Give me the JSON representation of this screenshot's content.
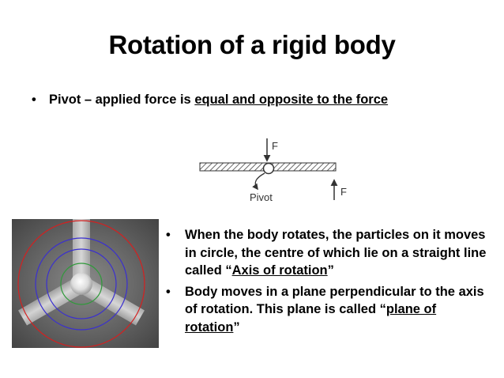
{
  "title": "Rotation of a rigid body",
  "bullet1": {
    "lead": "Pivot – applied force is ",
    "underlined": "equal and opposite to the force"
  },
  "diagram": {
    "force_top": "F",
    "force_bottom": "F",
    "pivot_label": "Pivot"
  },
  "bullets": [
    {
      "pre": "When the body rotates, the particles on it moves in circle, the centre of which lie on a straight line called “",
      "underlined": "Axis of rotation",
      "post": "”"
    },
    {
      "pre": "Body moves in a plane perpendicular to the axis of rotation. This plane is called “",
      "underlined": "plane of rotation",
      "post": "”"
    }
  ],
  "colors": {
    "text": "#000000",
    "circle_red": "#d42020",
    "circle_blue": "#3a2fd0",
    "circle_green": "#2f9a3a"
  }
}
